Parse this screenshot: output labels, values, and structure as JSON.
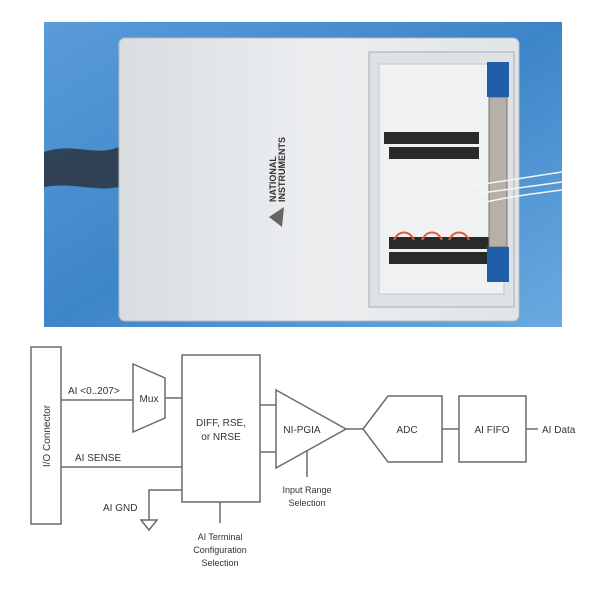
{
  "photo": {
    "subject": "National Instruments USB DAQ device with open screw-terminal compartment",
    "brand_logo_text": [
      "NATIONAL",
      "INSTRUMENTS"
    ],
    "colors": {
      "background": "#4a8fcf",
      "case": "#e6e9eb",
      "terminals": "#2a2a2a",
      "wires_red": "#e05a3a"
    }
  },
  "diagram": {
    "io_connector": "I/O Connector",
    "ai_channels": "AI <0..207>",
    "mux": "Mux",
    "ai_sense": "AI SENSE",
    "ai_gnd": "AI GND",
    "terminal_block": [
      "DIFF, RSE,",
      "or NRSE"
    ],
    "terminal_config": [
      "AI Terminal",
      "Configuration",
      "Selection"
    ],
    "pgia": "NI-PGIA",
    "input_range": [
      "Input Range",
      "Selection"
    ],
    "adc": "ADC",
    "fifo": "AI FIFO",
    "output": "AI Data",
    "colors": {
      "line": "#6b6b6b",
      "text": "#333333"
    }
  }
}
